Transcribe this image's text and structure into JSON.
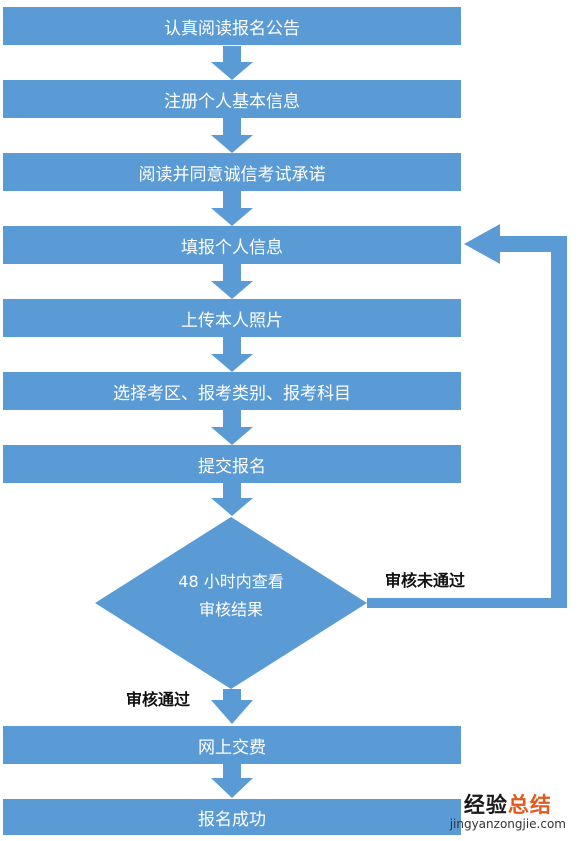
{
  "steps": [
    "认真阅读报名公告",
    "注册个人基本信息",
    "阅读并同意诚信考试承诺",
    "填报个人信息",
    "上传本人照片",
    "选择考区、报考类别、报考科目",
    "提交报名"
  ],
  "decision": {
    "line1": "48 小时内查看",
    "line2": "审核结果"
  },
  "labels": {
    "fail": "审核未通过",
    "pass": "审核通过"
  },
  "final_steps": [
    "网上交费",
    "报名成功"
  ],
  "watermark": {
    "title_main": "经验",
    "title_accent": "总结",
    "url": "jingyanzongjie.com"
  },
  "colors": {
    "box": "#5b9bd5",
    "text": "#ffffff",
    "label": "#111111",
    "watermark_accent": "#e15b1c"
  }
}
